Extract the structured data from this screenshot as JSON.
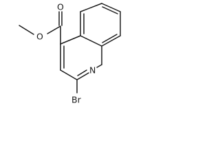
{
  "molecule": {
    "atoms": {
      "carbonyl_oxygen": "O",
      "ester_oxygen": "O",
      "ring_nitrogen": "N",
      "bromine": "Br"
    }
  },
  "colors": {
    "bond": "#1a1a1a",
    "label": "#1a1a1a",
    "background": "#ffffff"
  }
}
